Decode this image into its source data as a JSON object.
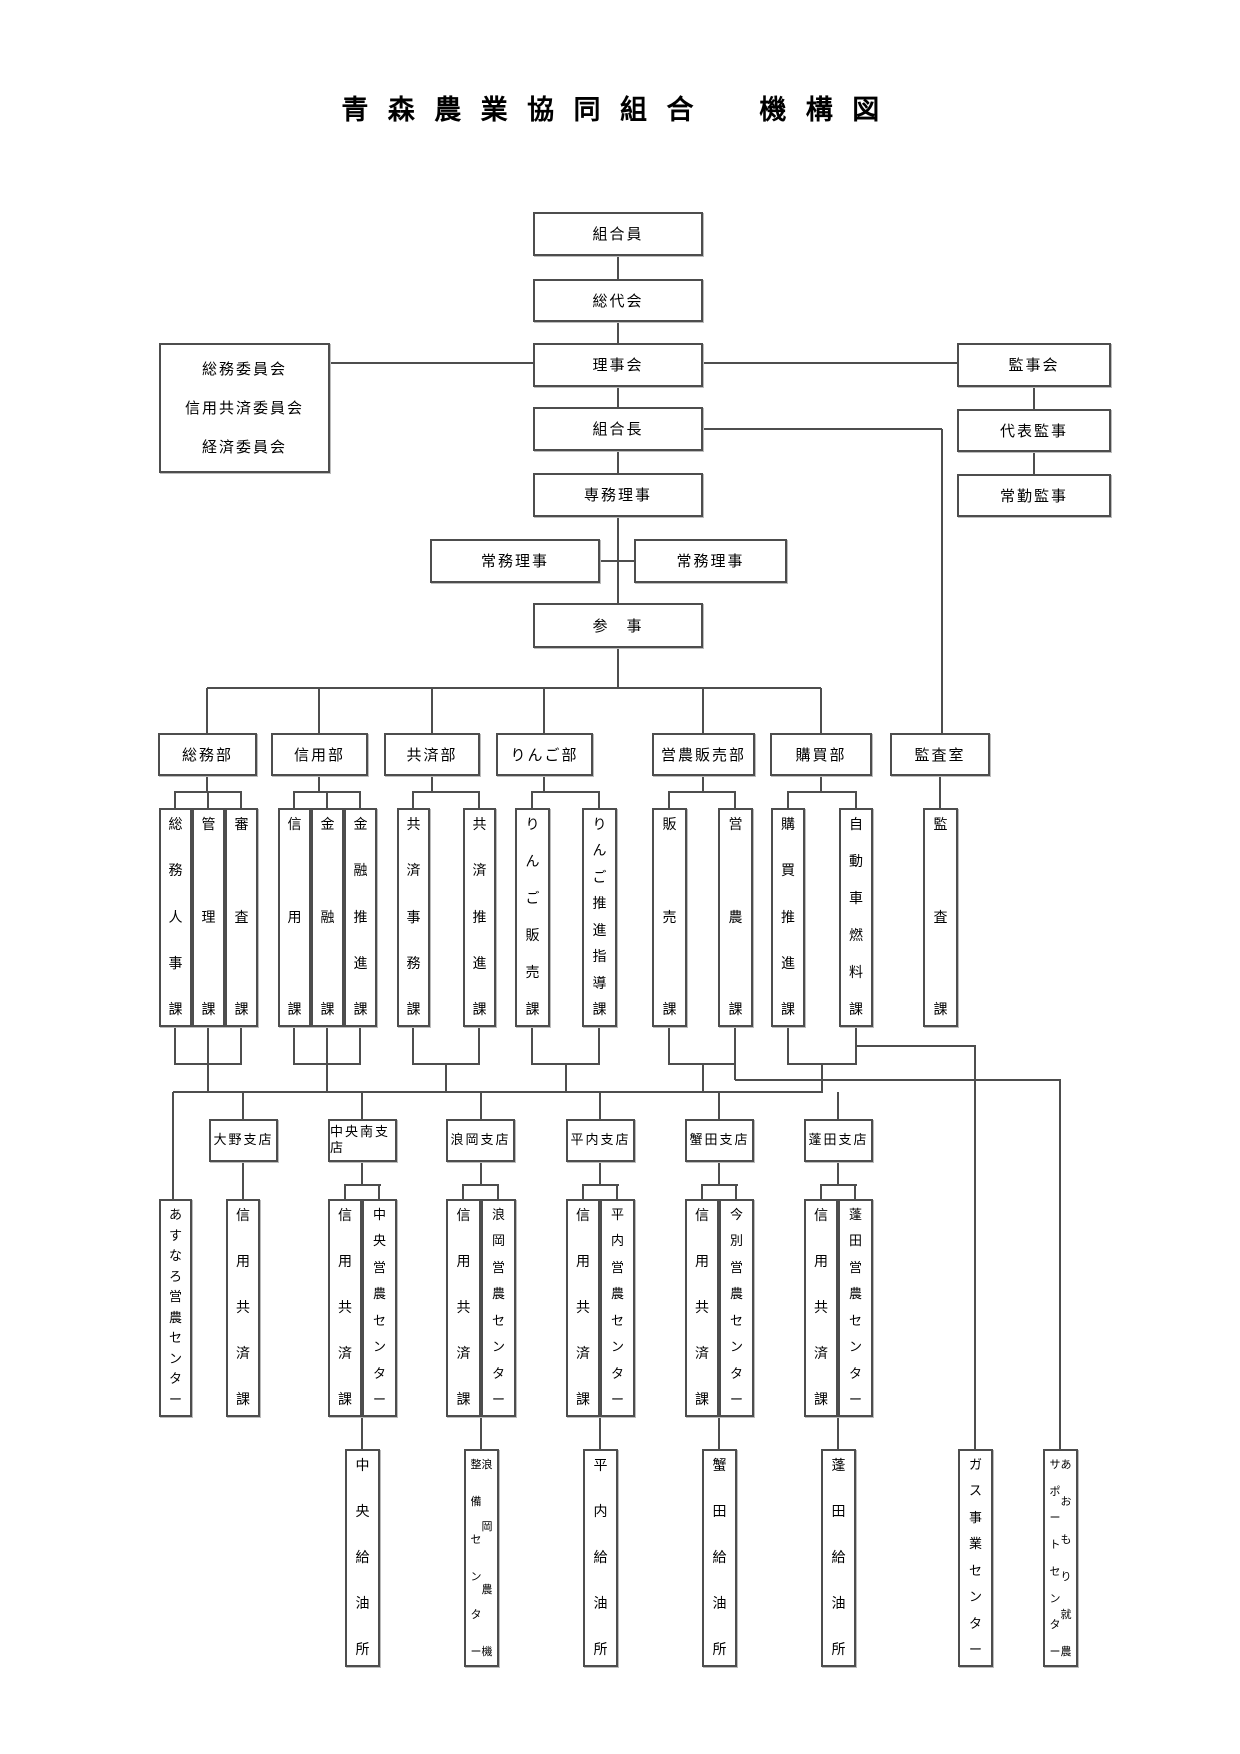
{
  "page_title": "青森農業協同組合　機構図",
  "nodes": [
    {
      "id": "members",
      "label": "組合員"
    },
    {
      "id": "general-assembly",
      "label": "総代会"
    },
    {
      "id": "board-of-directors",
      "label": "理事会"
    },
    {
      "id": "committees",
      "lines": [
        "総務委員会",
        "信用共済委員会",
        "経済委員会"
      ]
    },
    {
      "id": "auditors-board",
      "label": "監事会"
    },
    {
      "id": "president",
      "label": "組合長"
    },
    {
      "id": "representative-auditor",
      "label": "代表監事"
    },
    {
      "id": "senior-managing-director",
      "label": "専務理事"
    },
    {
      "id": "fulltime-auditor",
      "label": "常勤監事"
    },
    {
      "id": "managing-director-left",
      "label": "常務理事"
    },
    {
      "id": "managing-director-right",
      "label": "常務理事"
    },
    {
      "id": "counselor",
      "label": "参　事"
    },
    {
      "id": "dept-general-affairs",
      "label": "総務部"
    },
    {
      "id": "dept-credit",
      "label": "信用部"
    },
    {
      "id": "dept-mutual-aid",
      "label": "共済部"
    },
    {
      "id": "dept-apple",
      "label": "りんご部"
    },
    {
      "id": "dept-farming-sales",
      "label": "営農販売部"
    },
    {
      "id": "dept-purchasing",
      "label": "購買部"
    },
    {
      "id": "audit-office",
      "label": "監査室"
    },
    {
      "id": "sec-general-affairs-personnel",
      "label": "総務人事課",
      "vertical": true
    },
    {
      "id": "sec-administration",
      "label": "管理課",
      "vertical": true
    },
    {
      "id": "sec-examination",
      "label": "審査課",
      "vertical": true
    },
    {
      "id": "sec-credit",
      "label": "信用課",
      "vertical": true
    },
    {
      "id": "sec-finance",
      "label": "金融課",
      "vertical": true
    },
    {
      "id": "sec-finance-promotion",
      "label": "金融推進課",
      "vertical": true
    },
    {
      "id": "sec-mutual-aid-office",
      "label": "共済事務課",
      "vertical": true
    },
    {
      "id": "sec-mutual-aid-promotion",
      "label": "共済推進課",
      "vertical": true
    },
    {
      "id": "sec-apple-sales",
      "label": "りんご販売課",
      "vertical": true
    },
    {
      "id": "sec-apple-promotion-guidance",
      "label": "りんご推進指導課",
      "vertical": true
    },
    {
      "id": "sec-sales",
      "label": "販売課",
      "vertical": true
    },
    {
      "id": "sec-farming",
      "label": "営農課",
      "vertical": true
    },
    {
      "id": "sec-purchasing-promotion",
      "label": "購買推進課",
      "vertical": true
    },
    {
      "id": "sec-automobile-fuel",
      "label": "自動車燃料課",
      "vertical": true
    },
    {
      "id": "sec-audit",
      "label": "監査課",
      "vertical": true
    },
    {
      "id": "asunaro-farming-center",
      "label": "あすなろ営農センター",
      "vertical": true
    },
    {
      "id": "branch-ono",
      "label": "大野支店"
    },
    {
      "id": "branch-chuonan",
      "label": "中央南支店"
    },
    {
      "id": "branch-namioka",
      "label": "浪岡支店"
    },
    {
      "id": "branch-hiranai",
      "label": "平内支店"
    },
    {
      "id": "branch-kanita",
      "label": "蟹田支店"
    },
    {
      "id": "branch-yomogita",
      "label": "蓬田支店"
    },
    {
      "id": "ono-credit-mutual-aid",
      "label": "信用共済課",
      "vertical": true
    },
    {
      "id": "chuonan-credit-mutual-aid",
      "label": "信用共済課",
      "vertical": true
    },
    {
      "id": "chuo-farming-center",
      "label": "中央営農センター",
      "vertical": true
    },
    {
      "id": "namioka-credit-mutual-aid",
      "label": "信用共済課",
      "vertical": true
    },
    {
      "id": "namioka-farming-center",
      "label": "浪岡営農センター",
      "vertical": true
    },
    {
      "id": "hiranai-credit-mutual-aid",
      "label": "信用共済課",
      "vertical": true
    },
    {
      "id": "hiranai-farming-center",
      "label": "平内営農センター",
      "vertical": true
    },
    {
      "id": "kanita-credit-mutual-aid",
      "label": "信用共済課",
      "vertical": true
    },
    {
      "id": "imabetsu-farming-center",
      "label": "今別営農センター",
      "vertical": true
    },
    {
      "id": "yomogita-credit-mutual-aid",
      "label": "信用共済課",
      "vertical": true
    },
    {
      "id": "yomogita-farming-center",
      "label": "蓬田営農センター",
      "vertical": true
    },
    {
      "id": "chuo-fuel-station",
      "label": "中央給油所",
      "vertical": true
    },
    {
      "id": "namioka-machinery-center",
      "label": "浪岡農機整備センター",
      "vertical": true,
      "columns": [
        "浪岡農機",
        "整備センター"
      ]
    },
    {
      "id": "hiranai-fuel-station",
      "label": "平内給油所",
      "vertical": true
    },
    {
      "id": "kanita-fuel-station",
      "label": "蟹田給油所",
      "vertical": true
    },
    {
      "id": "yomogita-fuel-station",
      "label": "蓬田給油所",
      "vertical": true
    },
    {
      "id": "gas-business-center",
      "label": "ガス事業センター",
      "vertical": true
    },
    {
      "id": "aomori-farming-support-center",
      "label": "あおもり就農サポートセンター",
      "vertical": true,
      "columns": [
        "あおもり就農",
        "サポートセンター"
      ]
    }
  ]
}
